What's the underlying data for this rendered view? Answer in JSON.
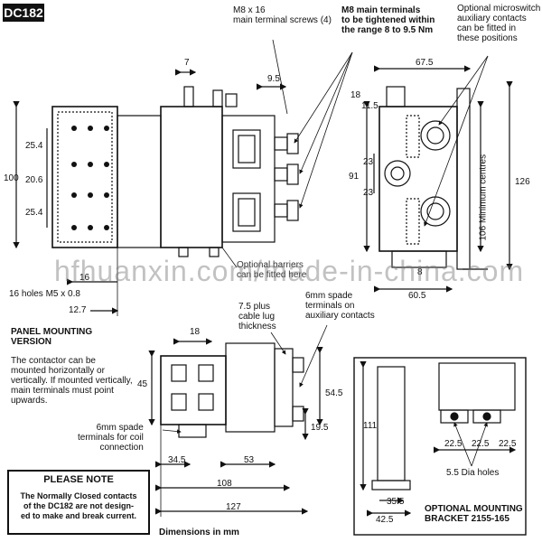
{
  "model": "DC182",
  "watermark": "hfhuanxin.com/made-in-china.com",
  "side_view": {
    "screws_note": "M8 x 16\nmain terminal screws (4)",
    "dim_7": "7",
    "dim_9_5": "9.5",
    "dim_25_4_top": "25.4",
    "dim_20_6": "20.6",
    "dim_25_4_bottom": "25.4",
    "dim_100": "100",
    "dim_16": "16",
    "dim_12_7": "12.7",
    "holes_note": "16 holes M5 x 0.8",
    "barriers_note": "Optional barriers\ncan be fitted here"
  },
  "torque_note": "M8 main terminals\nto be tightened within\nthe range 8 to 9.5 Nm",
  "microswitch_note": "Optional microswitch\nauxiliary contacts\ncan be fitted in\nthese positions",
  "end_view": {
    "dim_67_5": "67.5",
    "dim_18": "18",
    "dim_11_5": "11.5",
    "dim_23_top": "23",
    "dim_23_bottom": "23",
    "dim_91": "91",
    "dim_126": "126",
    "centres_note": "106 Minimum centres",
    "dim_8": "8",
    "dim_60_5": "60.5"
  },
  "panel_mounting": {
    "title": "PANEL MOUNTING\nVERSION",
    "body": "The contactor can be\nmounted horizontally or\nvertically. If mounted vertically,\nmain terminals must point\nupwards."
  },
  "bottom_view": {
    "cable_lug_note": "7.5 plus\ncable lug\nthickness",
    "spade_aux_note": "6mm spade\nterminals on\nauxiliary contacts",
    "spade_coil_note": "6mm spade\nterminals for coil\nconnection",
    "dim_18": "18",
    "dim_45": "45",
    "dim_54_5": "54.5",
    "dim_19_5": "19.5",
    "dim_34_5": "34.5",
    "dim_53": "53",
    "dim_108": "108",
    "dim_127": "127"
  },
  "please_note": {
    "title": "PLEASE NOTE",
    "body": "The Normally Closed contacts\nof the DC182 are not design-\ned to make and break current."
  },
  "units_note": "Dimensions in mm",
  "bracket": {
    "dim_111": "111",
    "dim_22_5_a": "22.5",
    "dim_22_5_b": "22.5",
    "dim_22_5_c": "22.5",
    "holes_note": "5.5 Dia holes",
    "dim_35_5": "35.5",
    "dim_42_5": "42.5",
    "title": "OPTIONAL MOUNTING\nBRACKET 2155-165"
  }
}
